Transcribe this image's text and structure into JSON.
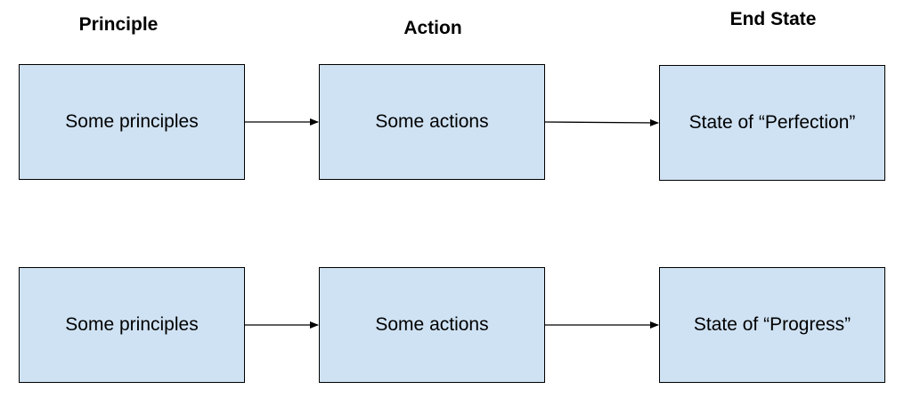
{
  "headers": {
    "principle": "Principle",
    "action": "Action",
    "end_state": "End State"
  },
  "rows": [
    {
      "principle": "Some principles",
      "action": "Some actions",
      "end_state": "State of “Perfection”"
    },
    {
      "principle": "Some principles",
      "action": "Some actions",
      "end_state": "State of “Progress”"
    }
  ],
  "colors": {
    "box_fill": "#cfe2f3",
    "stroke": "#000000"
  }
}
